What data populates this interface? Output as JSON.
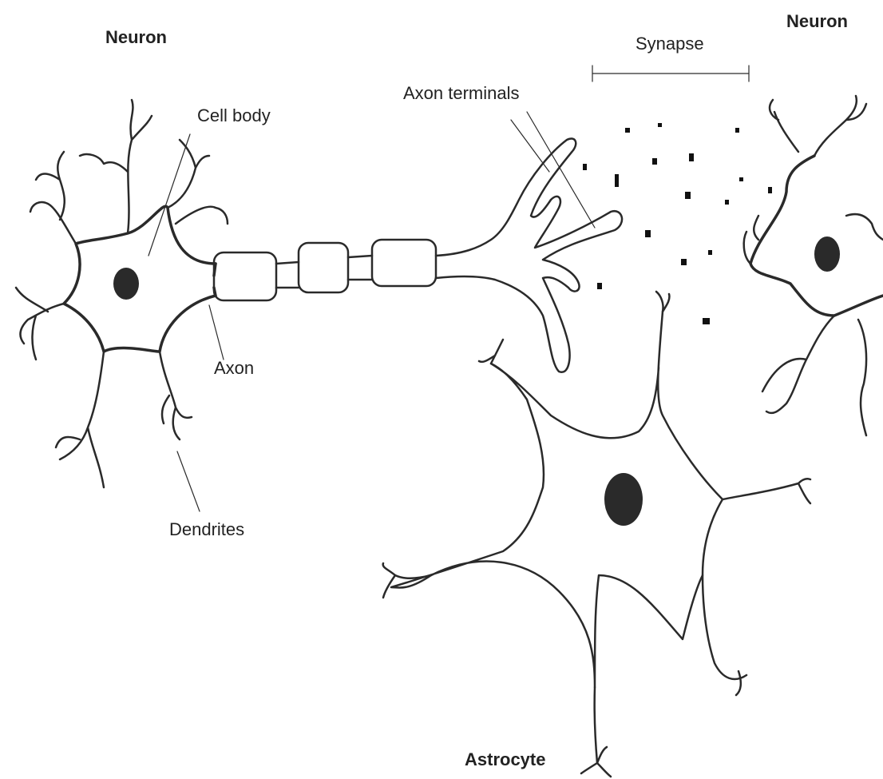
{
  "labels": {
    "neuron_left": "Neuron",
    "neuron_right": "Neuron",
    "cell_body": "Cell body",
    "axon": "Axon",
    "dendrites": "Dendrites",
    "axon_terminals": "Axon terminals",
    "synapse": "Synapse",
    "astrocyte": "Astrocyte"
  },
  "colors": {
    "ink": "#2a2a2a",
    "background": "#ffffff"
  }
}
